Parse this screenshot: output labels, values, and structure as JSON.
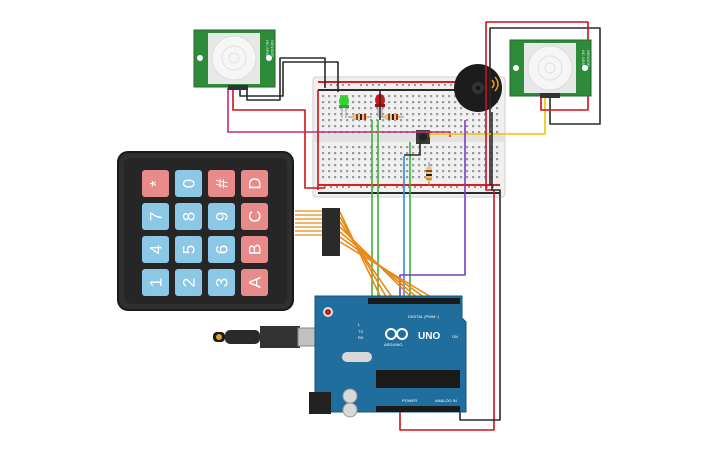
{
  "keypad": {
    "keys": [
      [
        "1",
        "4",
        "7",
        "*"
      ],
      [
        "2",
        "5",
        "8",
        "0"
      ],
      [
        "3",
        "6",
        "9",
        "#"
      ],
      [
        "A",
        "B",
        "C",
        "D"
      ]
    ]
  },
  "arduino": {
    "model": "UNO",
    "brand": "ARDUINO",
    "digital_label": "DIGITAL (PWM~)",
    "analog_label": "ANALOG IN",
    "power_label": "POWER",
    "on_label": "ON",
    "l_label": "L",
    "tx_label": "TX",
    "rx_label": "RX"
  },
  "pir_left": {
    "label_a": "SENSOR",
    "label_b": "HC-SR501"
  },
  "pir_right": {
    "label_a": "SENSOR",
    "label_b": "HC-SR501"
  },
  "colors": {
    "wire_red": "#d0101a",
    "wire_black": "#2a2a2a",
    "wire_green": "#3db23d",
    "wire_orange": "#e88a1a",
    "wire_yellow": "#f2c200",
    "wire_purple": "#7a3cc0",
    "wire_magenta": "#c8287a",
    "wire_blue": "#2a8fe0",
    "board_blue": "#1f6e9e",
    "keypad_body": "#2f2f2f",
    "key_red": "#e88a8a",
    "key_blue": "#8cc8e6",
    "pir_green": "#2e8b3a"
  }
}
